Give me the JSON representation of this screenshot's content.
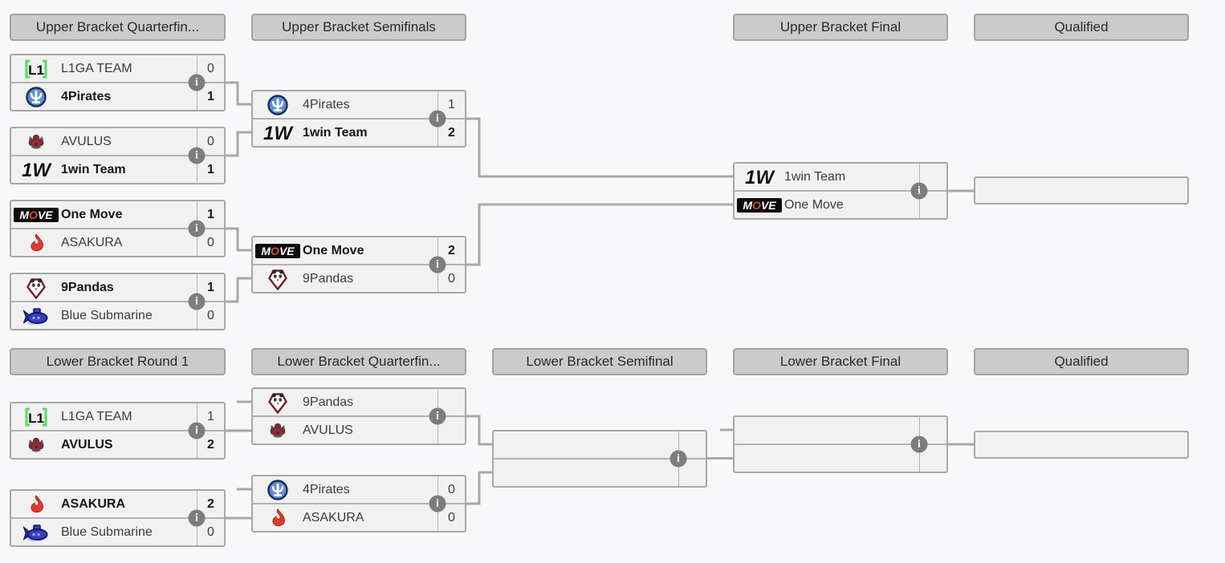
{
  "headers": {
    "upper": {
      "quarterfinals": "Upper Bracket Quarterfin...",
      "semifinals": "Upper Bracket Semifinals",
      "final": "Upper Bracket Final",
      "qualified": "Qualified"
    },
    "lower": {
      "round1": "Lower Bracket Round 1",
      "quarterfinals": "Lower Bracket Quarterfin...",
      "semifinal": "Lower Bracket Semifinal",
      "final": "Lower Bracket Final",
      "qualified": "Qualified"
    }
  },
  "icons": {
    "info": "i",
    "teams": {
      "l1ga": "l1ga-team-logo",
      "pirates": "4pirates-logo",
      "avulus": "avulus-logo",
      "onewin": "1win-team-logo",
      "onemove": "one-move-logo",
      "asakura": "asakura-logo",
      "pandas": "9pandas-logo",
      "bluesub": "blue-submarine-logo"
    }
  },
  "colors": {
    "header_fill": "#cbcbcb",
    "box_fill": "#f1f1f2",
    "box_border": "#a8a8a8",
    "connector": "#a8a8a8",
    "info_fill": "#7d7d7d",
    "l1ga_green": "#55e05a",
    "asakura_red": "#e2382c",
    "onemove_red": "#d24a3a",
    "submarine_blue": "#3a3fc1"
  },
  "matches": {
    "ubqf1": {
      "team1": {
        "name": "L1GA TEAM",
        "score": "0",
        "winner": false
      },
      "team2": {
        "name": "4Pirates",
        "score": "1",
        "winner": true
      }
    },
    "ubqf2": {
      "team1": {
        "name": "AVULUS",
        "score": "0",
        "winner": false
      },
      "team2": {
        "name": "1win Team",
        "score": "1",
        "winner": true
      }
    },
    "ubqf3": {
      "team1": {
        "name": "One Move",
        "score": "1",
        "winner": true
      },
      "team2": {
        "name": "ASAKURA",
        "score": "0",
        "winner": false
      }
    },
    "ubqf4": {
      "team1": {
        "name": "9Pandas",
        "score": "1",
        "winner": true
      },
      "team2": {
        "name": "Blue Submarine",
        "score": "0",
        "winner": false
      }
    },
    "ubsf1": {
      "team1": {
        "name": "4Pirates",
        "score": "1",
        "winner": false
      },
      "team2": {
        "name": "1win Team",
        "score": "2",
        "winner": true
      }
    },
    "ubsf2": {
      "team1": {
        "name": "One Move",
        "score": "2",
        "winner": true
      },
      "team2": {
        "name": "9Pandas",
        "score": "0",
        "winner": false
      }
    },
    "ubf": {
      "team1": {
        "name": "1win Team",
        "score": "",
        "winner": false
      },
      "team2": {
        "name": "One Move",
        "score": "",
        "winner": false
      }
    },
    "lbr1m1": {
      "team1": {
        "name": "L1GA TEAM",
        "score": "1",
        "winner": false
      },
      "team2": {
        "name": "AVULUS",
        "score": "2",
        "winner": true
      }
    },
    "lbr1m2": {
      "team1": {
        "name": "ASAKURA",
        "score": "2",
        "winner": true
      },
      "team2": {
        "name": "Blue Submarine",
        "score": "0",
        "winner": false
      }
    },
    "lbqf1": {
      "team1": {
        "name": "9Pandas",
        "score": "",
        "winner": false
      },
      "team2": {
        "name": "AVULUS",
        "score": "",
        "winner": false
      }
    },
    "lbqf2": {
      "team1": {
        "name": "4Pirates",
        "score": "0",
        "winner": false
      },
      "team2": {
        "name": "ASAKURA",
        "score": "0",
        "winner": false
      }
    },
    "lbsf": {
      "team1": {
        "name": "",
        "score": "",
        "winner": false
      },
      "team2": {
        "name": "",
        "score": "",
        "winner": false
      }
    },
    "lbf": {
      "team1": {
        "name": "",
        "score": "",
        "winner": false
      },
      "team2": {
        "name": "",
        "score": "",
        "winner": false
      }
    }
  }
}
